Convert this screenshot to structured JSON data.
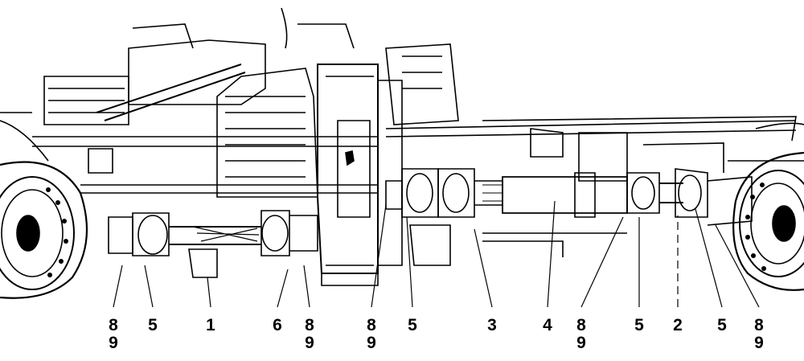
{
  "colors": {
    "ink": "#000000",
    "paper": "#ffffff"
  },
  "callouts": [
    {
      "id": "c1",
      "lines": [
        "8",
        "9"
      ]
    },
    {
      "id": "c2",
      "lines": [
        "5"
      ]
    },
    {
      "id": "c3",
      "lines": [
        "1"
      ]
    },
    {
      "id": "c4",
      "lines": [
        "6"
      ]
    },
    {
      "id": "c5",
      "lines": [
        "8",
        "9"
      ]
    },
    {
      "id": "c6",
      "lines": [
        "8",
        "9"
      ]
    },
    {
      "id": "c7",
      "lines": [
        "5"
      ]
    },
    {
      "id": "c8",
      "lines": [
        "3"
      ]
    },
    {
      "id": "c9",
      "lines": [
        "4"
      ]
    },
    {
      "id": "c10",
      "lines": [
        "8",
        "9"
      ]
    },
    {
      "id": "c11",
      "lines": [
        "5"
      ]
    },
    {
      "id": "c12",
      "lines": [
        "2"
      ]
    },
    {
      "id": "c13",
      "lines": [
        "5"
      ]
    },
    {
      "id": "c14",
      "lines": [
        "8",
        "9"
      ]
    }
  ]
}
